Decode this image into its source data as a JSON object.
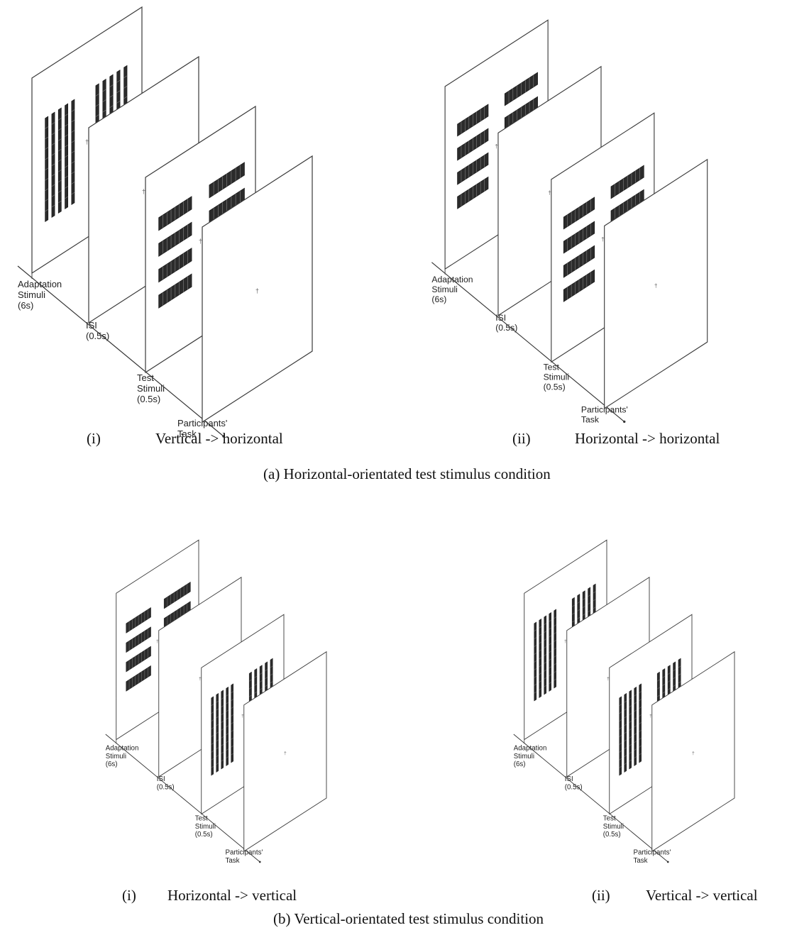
{
  "panels": [
    {
      "id": "a-i",
      "adapt": "vertical",
      "test": "horizontal",
      "labels": {
        "adaptation": [
          "Adaptation",
          "Stimuli",
          "(6s)"
        ],
        "isi": [
          "ISI",
          "(0.5s)"
        ],
        "test": [
          "Test",
          "Stimuli",
          "(0.5s)"
        ],
        "task": [
          "Participants'",
          "Task"
        ]
      },
      "caption_num": "(i)",
      "caption_text": "Vertical -> horizontal"
    },
    {
      "id": "a-ii",
      "adapt": "horizontal",
      "test": "horizontal",
      "labels": {
        "adaptation": [
          "Adaptation",
          "Stimuli",
          "(6s)"
        ],
        "isi": [
          "ISI",
          "(0.5s)"
        ],
        "test": [
          "Test",
          "Stimuli",
          "(0.5s)"
        ],
        "task": [
          "Participants'",
          "Task"
        ]
      },
      "caption_num": "(ii)",
      "caption_text": "Horizontal -> horizontal"
    },
    {
      "id": "b-i",
      "adapt": "horizontal",
      "test": "vertical",
      "labels": {
        "adaptation": [
          "Adaptation",
          "Stimuli",
          "(6s)"
        ],
        "isi": [
          "ISI",
          "(0.5s)"
        ],
        "test": [
          "Test",
          "Stimuli",
          "(0.5s)"
        ],
        "task": [
          "Participants'",
          "Task"
        ]
      },
      "caption_num": "(i)",
      "caption_text": "Horizontal -> vertical"
    },
    {
      "id": "b-ii",
      "adapt": "vertical",
      "test": "vertical",
      "labels": {
        "adaptation": [
          "Adaptation",
          "Stimuli",
          "(6s)"
        ],
        "isi": [
          "ISI",
          "(0.5s)"
        ],
        "test": [
          "Test",
          "Stimuli",
          "(0.5s)"
        ],
        "task": [
          "Participants'",
          "Task"
        ]
      },
      "caption_num": "(ii)",
      "caption_text": "Vertical -> vertical"
    }
  ],
  "section_captions": {
    "a": "(a)  Horizontal-orientated test stimulus condition",
    "b": "(b)  Vertical-orientated test stimulus condition"
  },
  "colors": {
    "frame": "#3a3a3a",
    "grating_dark": "#2b2b2b",
    "grating_light": "#9a9a9a"
  }
}
